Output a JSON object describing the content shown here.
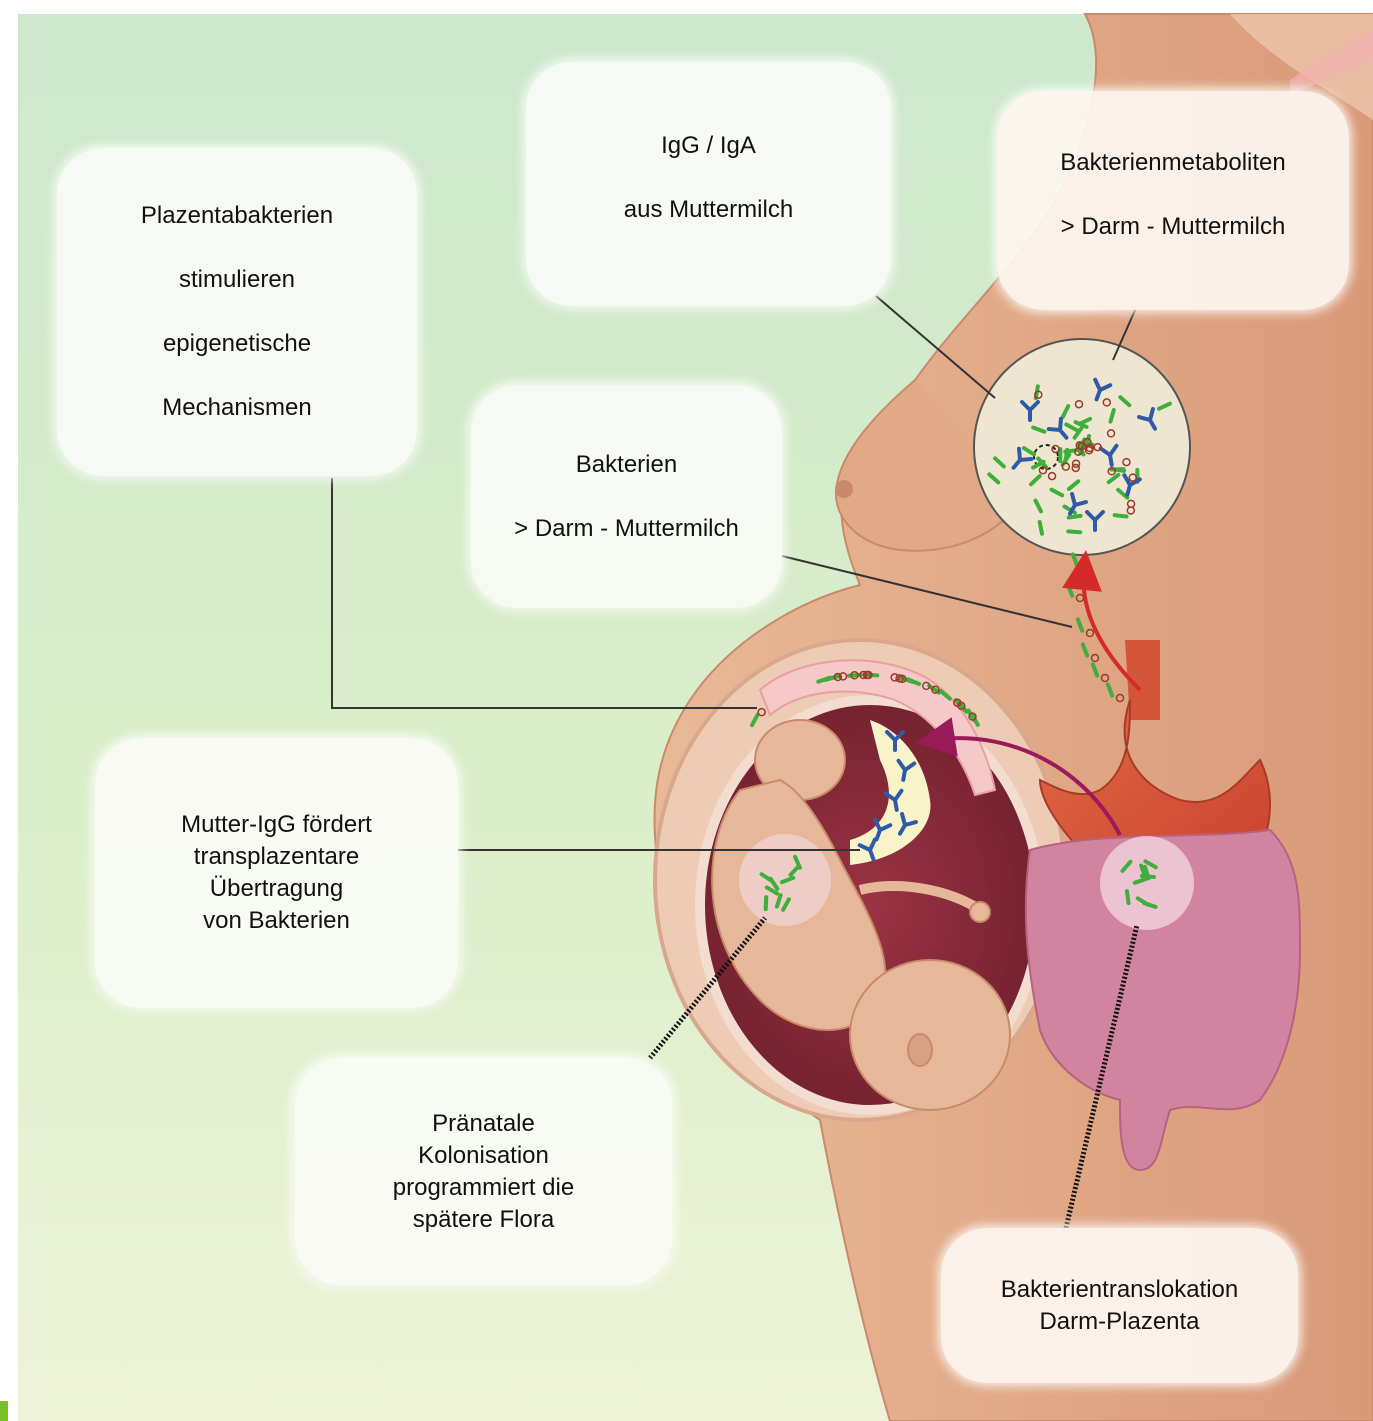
{
  "labels": {
    "placenta_bacteria": [
      "Plazentabakterien",
      "stimulieren",
      "epigenetische",
      "Mechanismen"
    ],
    "igg_iga": [
      "IgG / IgA",
      "aus Muttermilch"
    ],
    "metabolites": [
      "Bakterienmetaboliten",
      "> Darm - Muttermilch"
    ],
    "bacteria": [
      "Bakterien",
      "> Darm - Muttermilch"
    ],
    "mother_igg": [
      "Mutter-IgG fördert",
      "transplazentare",
      "Übertragung",
      "von Bakterien"
    ],
    "prenatal": [
      "Pränatale",
      "Kolonisation",
      "programmiert die",
      "spätere Flora"
    ],
    "translocation": [
      "Bakterientranslokation",
      "Darm-Plazenta"
    ]
  },
  "colors": {
    "background_top": "#cfe9cf",
    "background_bottom": "#eef3d6",
    "skin": "#e7b08f",
    "uterus": "#8a2a3a",
    "stomach": "#d4553a",
    "intestine": "#cf7d9a",
    "bacteria": "#3fae3a",
    "antibody": "#2f5aa8",
    "arrow_red": "#d42a2a",
    "arrow_purple": "#9b1a5a"
  }
}
